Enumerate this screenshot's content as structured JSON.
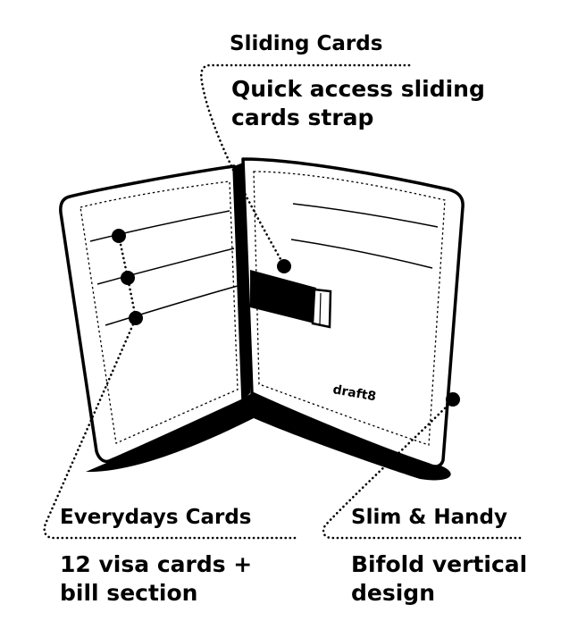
{
  "callouts": {
    "sliding": {
      "title": "Sliding Cards",
      "desc_line1": "Quick access sliding",
      "desc_line2": "cards strap"
    },
    "everyday": {
      "title": "Everydays Cards",
      "desc_line1": "12 visa cards +",
      "desc_line2": "bill section"
    },
    "slim": {
      "title": "Slim & Handy",
      "desc_line1": "Bifold vertical",
      "desc_line2": "design"
    }
  },
  "wallet": {
    "brand": "draft8"
  },
  "colors": {
    "ink": "#000000",
    "paper": "#ffffff"
  }
}
